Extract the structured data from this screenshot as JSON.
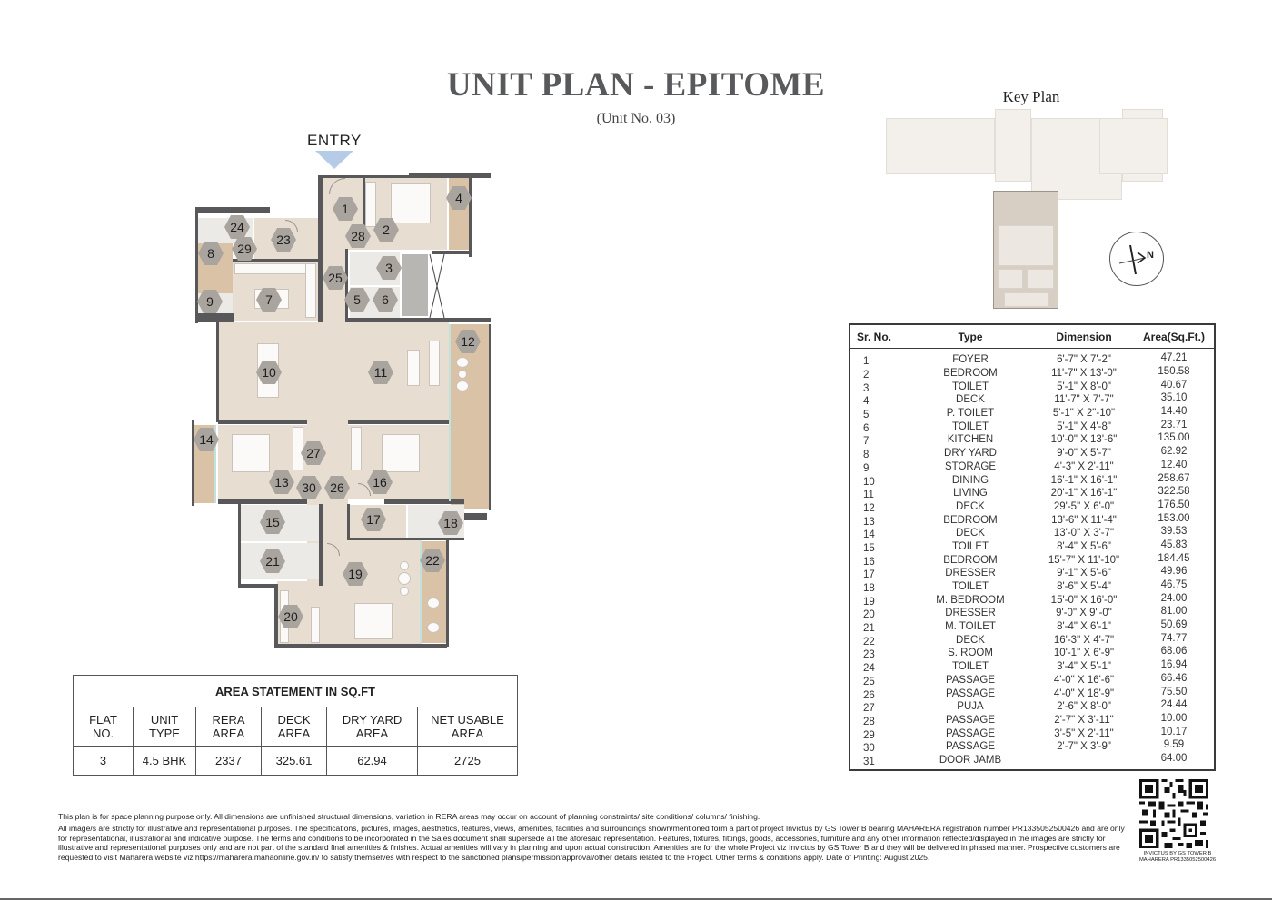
{
  "header": {
    "title": "UNIT PLAN - EPITOME",
    "subtitle": "(Unit No. 03)"
  },
  "floor_plan": {
    "entry_label": "ENTRY",
    "entry_marker_color": "#b5cbe6",
    "room_tags": [
      "1",
      "2",
      "3",
      "4",
      "5",
      "6",
      "7",
      "8",
      "9",
      "10",
      "11",
      "12",
      "13",
      "14",
      "15",
      "16",
      "17",
      "18",
      "19",
      "20",
      "21",
      "22",
      "23",
      "24",
      "25",
      "26",
      "27",
      "28",
      "29",
      "30"
    ]
  },
  "key_plan": {
    "title": "Key Plan",
    "compass_label": "N"
  },
  "room_schedule": {
    "headers": [
      "Sr. No.",
      "Type",
      "Dimension",
      "Area(Sq.Ft.)"
    ],
    "rows": [
      {
        "sr": "1",
        "type": "FOYER",
        "dimension": "6'-7\" X 7'-2\"",
        "area": "47.21"
      },
      {
        "sr": "2",
        "type": "BEDROOM",
        "dimension": "11'-7\" X 13'-0\"",
        "area": "150.58"
      },
      {
        "sr": "3",
        "type": "TOILET",
        "dimension": "5'-1\" X 8'-0\"",
        "area": "40.67"
      },
      {
        "sr": "4",
        "type": "DECK",
        "dimension": "11'-7\" X 7'-7\"",
        "area": "35.10"
      },
      {
        "sr": "5",
        "type": "P. TOILET",
        "dimension": "5'-1\" X 2\"-10\"",
        "area": "14.40"
      },
      {
        "sr": "6",
        "type": "TOILET",
        "dimension": "5'-1\" X 4'-8\"",
        "area": "23.71"
      },
      {
        "sr": "7",
        "type": "KITCHEN",
        "dimension": "10'-0\" X 13'-6\"",
        "area": "135.00"
      },
      {
        "sr": "8",
        "type": "DRY YARD",
        "dimension": "9'-0\" X 5'-7\"",
        "area": "62.92"
      },
      {
        "sr": "9",
        "type": "STORAGE",
        "dimension": "4'-3\" X 2'-11\"",
        "area": "12.40"
      },
      {
        "sr": "10",
        "type": "DINING",
        "dimension": "16'-1\" X 16'-1\"",
        "area": "258.67"
      },
      {
        "sr": "11",
        "type": "LIVING",
        "dimension": "20'-1\" X 16'-1\"",
        "area": "322.58"
      },
      {
        "sr": "12",
        "type": "DECK",
        "dimension": "29'-5\" X 6'-0\"",
        "area": "176.50"
      },
      {
        "sr": "13",
        "type": "BEDROOM",
        "dimension": "13'-6\" X 11'-4\"",
        "area": "153.00"
      },
      {
        "sr": "14",
        "type": "DECK",
        "dimension": "13'-0\" X 3'-7\"",
        "area": "39.53"
      },
      {
        "sr": "15",
        "type": "TOILET",
        "dimension": "8'-4\" X 5'-6\"",
        "area": "45.83"
      },
      {
        "sr": "16",
        "type": "BEDROOM",
        "dimension": "15'-7\" X 11'-10\"",
        "area": "184.45"
      },
      {
        "sr": "17",
        "type": "DRESSER",
        "dimension": "9'-1\" X 5'-6\"",
        "area": "49.96"
      },
      {
        "sr": "18",
        "type": "TOILET",
        "dimension": "8'-6\" X 5'-4\"",
        "area": "46.75"
      },
      {
        "sr": "19",
        "type": "M. BEDROOM",
        "dimension": "15'-0\" X 16'-0\"",
        "area": "24.00"
      },
      {
        "sr": "20",
        "type": "DRESSER",
        "dimension": "9'-0\" X 9\"-0\"",
        "area": "81.00"
      },
      {
        "sr": "21",
        "type": "M. TOILET",
        "dimension": "8'-4\" X 6'-1\"",
        "area": "50.69"
      },
      {
        "sr": "22",
        "type": "DECK",
        "dimension": "16'-3\" X 4'-7\"",
        "area": "74.77"
      },
      {
        "sr": "23",
        "type": "S. ROOM",
        "dimension": "10'-1\" X 6'-9\"",
        "area": "68.06"
      },
      {
        "sr": "24",
        "type": "TOILET",
        "dimension": "3'-4\" X 5'-1\"",
        "area": "16.94"
      },
      {
        "sr": "25",
        "type": "PASSAGE",
        "dimension": "4'-0\" X 16'-6\"",
        "area": "66.46"
      },
      {
        "sr": "26",
        "type": "PASSAGE",
        "dimension": "4'-0\" X 18'-9\"",
        "area": "75.50"
      },
      {
        "sr": "27",
        "type": "PUJA",
        "dimension": "2'-6\" X 8'-0\"",
        "area": "24.44"
      },
      {
        "sr": "28",
        "type": "PASSAGE",
        "dimension": "2'-7\" X 3'-11\"",
        "area": "10.00"
      },
      {
        "sr": "29",
        "type": "PASSAGE",
        "dimension": "3'-5\" X 2'-11\"",
        "area": "10.17"
      },
      {
        "sr": "30",
        "type": "PASSAGE",
        "dimension": "2'-7\" X 3'-9\"",
        "area": "9.59"
      },
      {
        "sr": "31",
        "type": "DOOR JAMB",
        "dimension": "",
        "area": "64.00"
      }
    ]
  },
  "area_statement": {
    "title": "AREA STATEMENT IN SQ.FT",
    "headers": [
      [
        "FLAT",
        "NO."
      ],
      [
        "UNIT",
        "TYPE"
      ],
      [
        "RERA",
        "AREA"
      ],
      [
        "DECK",
        "AREA"
      ],
      [
        "DRY YARD",
        "AREA"
      ],
      [
        "NET USABLE",
        "AREA"
      ]
    ],
    "values": [
      "3",
      "4.5 BHK",
      "2337",
      "325.61",
      "62.94",
      "2725"
    ]
  },
  "disclaimer": {
    "line1": "This plan is for space planning purpose only. All dimensions are unfinished structural dimensions, variation in RERA areas may occur on account of planning constraints/ site conditions/ columns/ finishing.",
    "line2": "All image/s are strictly for illustrative and representational purposes. The specifications, pictures, images, aesthetics, features, views, amenities, facilities and surroundings shown/mentioned form a part of project Invictus by GS Tower B bearing MAHARERA registration number PR1335052500426 and are only for representational, illustrational and indicative purpose. The terms and conditions to be incorporated in the Sales document shall supersede all the aforesaid representation. Features, fixtures, fittings, goods, accessories, furniture and any other information reflected/displayed in the images are strictly for illustrative and representational purposes only and are not part of the standard final amenities & finishes. Actual amenities will vary in planning and upon actual construction. Amenities are for the whole Project viz Invictus by GS Tower B and they will be delivered in phased manner. Prospective customers are requested to visit Maharera website viz https://maharera.mahaonline.gov.in/ to satisfy themselves with respect to the sanctioned plans/permission/approval/other details related to the Project. Other terms & conditions apply. Date of Printing: August 2025."
  },
  "qr": {
    "caption_line1": "INVICTUS BY GS TOWER B",
    "caption_line2": "MAHARERA PR1335052500426"
  },
  "colors": {
    "title": "#58595b",
    "floor": "#e7ddd1",
    "deck": "#d9c2a6",
    "wall": "#58585a",
    "tag": "#aaa49e",
    "table_border": "#3a3a3a"
  }
}
